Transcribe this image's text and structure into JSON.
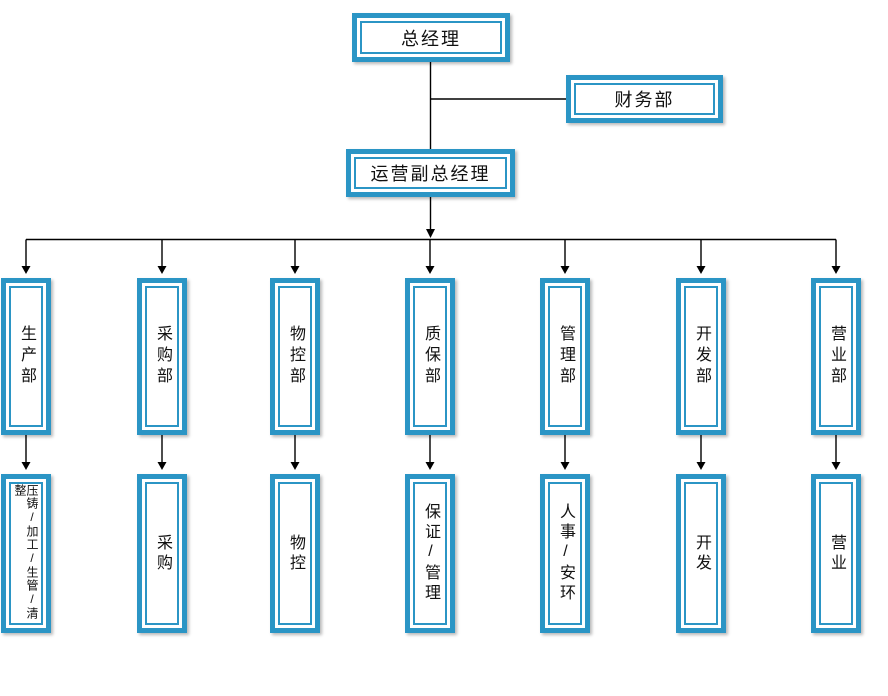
{
  "org_chart": {
    "nodes": {
      "general_manager": "总经理",
      "finance_dept": "财务部",
      "operations_vice_gm": "运营副总经理"
    },
    "departments": [
      {
        "name": "生产部",
        "sub_unit": "压铸/加工/生管/清整"
      },
      {
        "name": "采购部",
        "sub_unit": "采购"
      },
      {
        "name": "物控部",
        "sub_unit": "物控"
      },
      {
        "name": "质保部",
        "sub_unit": "保证/管理"
      },
      {
        "name": "管理部",
        "sub_unit": "人事/安环"
      },
      {
        "name": "开发部",
        "sub_unit": "开发"
      },
      {
        "name": "营业部",
        "sub_unit": "营业"
      }
    ],
    "colors": {
      "box_border": "#2b95c5",
      "connector": "#000000",
      "text": "#111111",
      "background": "#ffffff"
    }
  }
}
